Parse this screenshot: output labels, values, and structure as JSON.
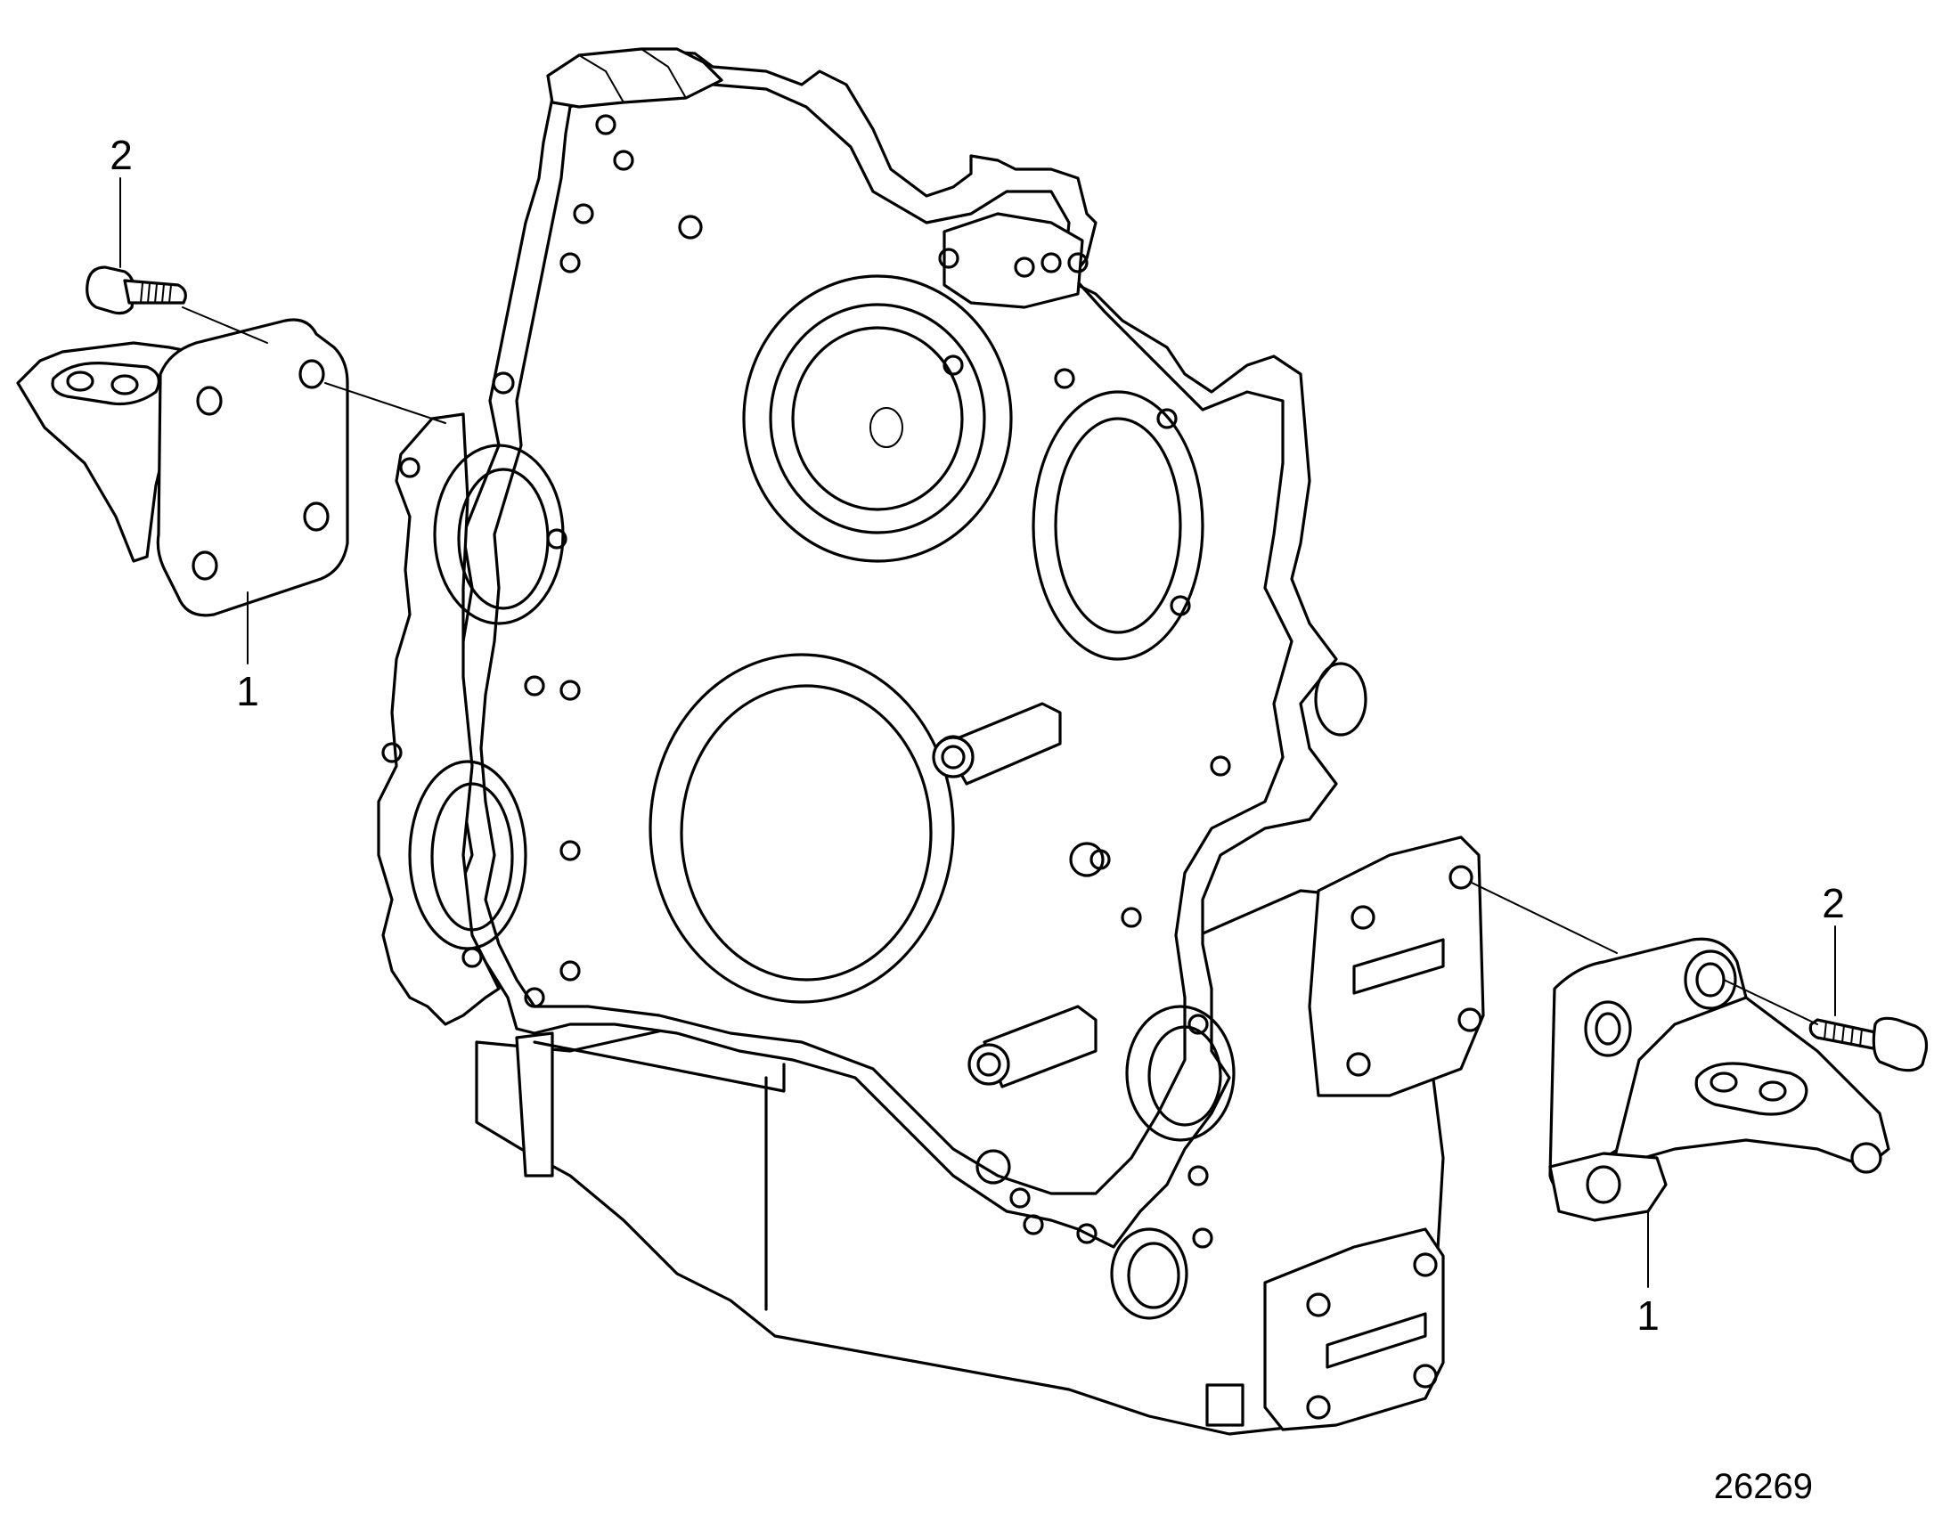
{
  "diagram": {
    "parts": [
      {
        "id": "part-1-left",
        "label": "1"
      },
      {
        "id": "part-2-left",
        "label": "2"
      },
      {
        "id": "part-1-right",
        "label": "1"
      },
      {
        "id": "part-2-right",
        "label": "2"
      }
    ],
    "reference_number": "26269"
  }
}
